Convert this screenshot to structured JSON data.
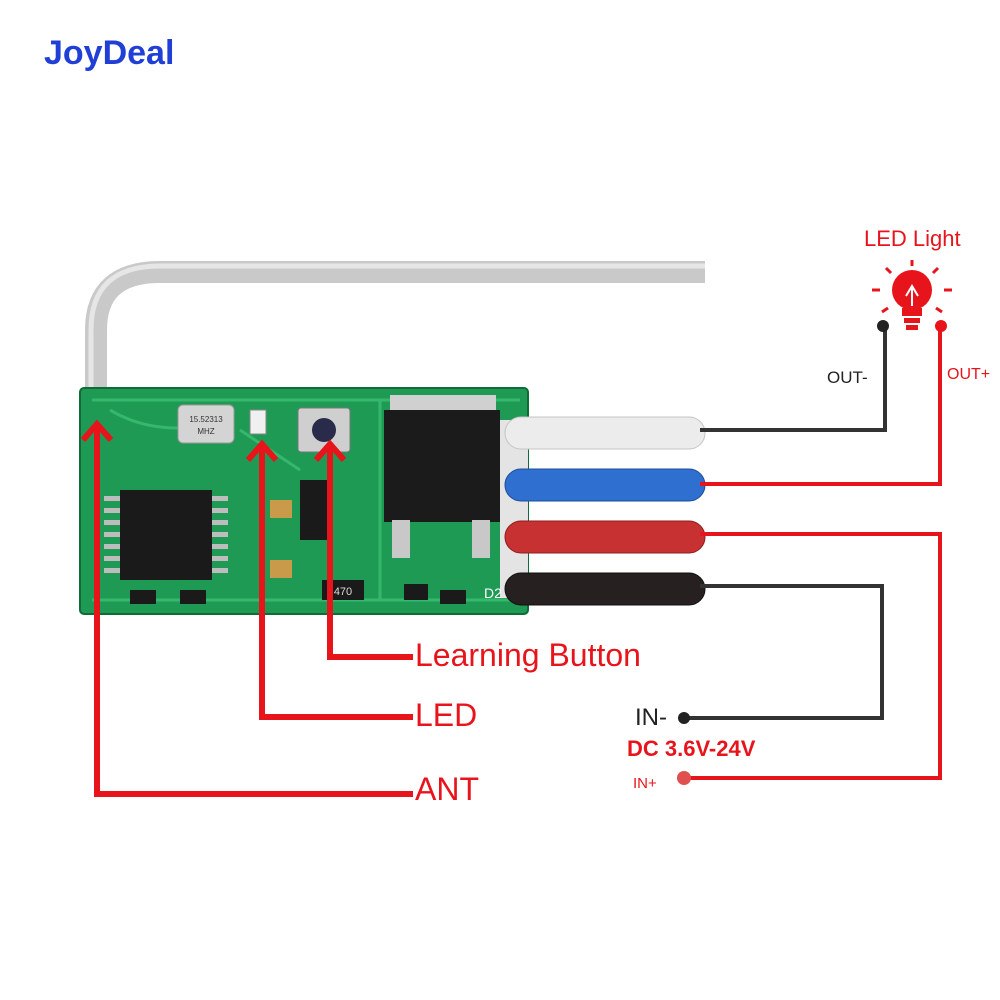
{
  "brand": "JoyDeal",
  "led_light": {
    "title": "LED Light",
    "out_minus": "OUT-",
    "out_plus": "OUT+"
  },
  "callouts": {
    "learning_button": "Learning Button",
    "led": "LED",
    "ant": "ANT"
  },
  "power": {
    "in_minus": "IN-",
    "range": "DC 3.6V-24V",
    "in_plus": "IN+"
  },
  "board_marks": {
    "crystal_top": "15.52313",
    "crystal_bottom": "MHZ",
    "resistor": "470",
    "diode": "D2"
  },
  "colors": {
    "accent_red": "#e8141c",
    "brand_blue": "#1f3fd6",
    "pcb_green": "#1e9a55",
    "wire_dark": "#333333"
  }
}
